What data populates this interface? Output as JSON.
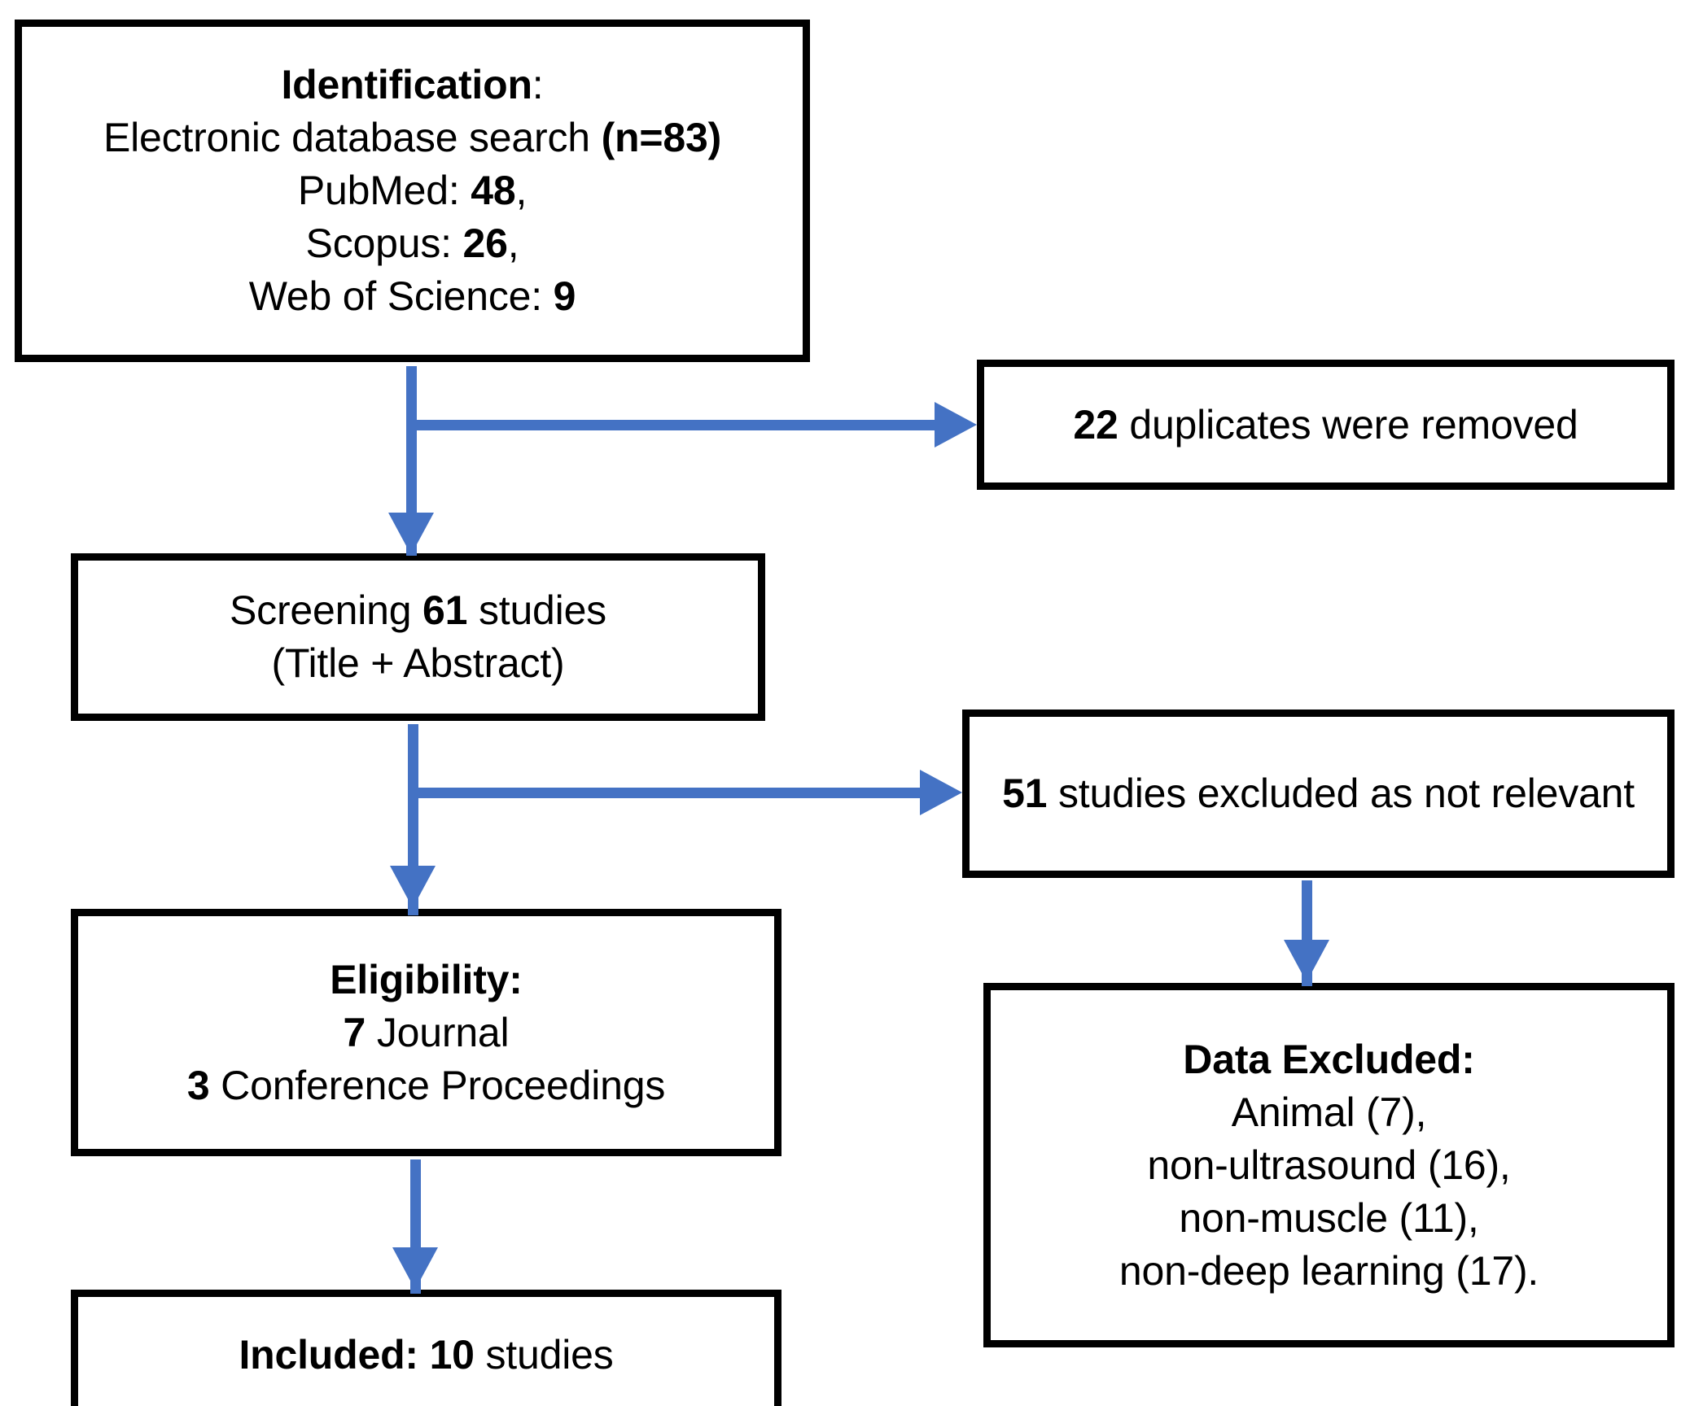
{
  "diagram": {
    "type": "prisma-flow-diagram",
    "accent_color": "#4472C4",
    "box_border_color": "#000000",
    "background_color": "#FFFFFF",
    "boxes": {
      "identification": {
        "lines": [
          {
            "bold_prefix": "Identification",
            "text": ":",
            "all_bold_prefix": true
          },
          {
            "text": "Electronic database search ",
            "bold_suffix": "(n=83)"
          },
          {
            "text": "PubMed: ",
            "bold_suffix": "48",
            "tail": ","
          },
          {
            "text": "Scopus: ",
            "bold_suffix": "26",
            "tail": ","
          },
          {
            "text": "Web of Science: ",
            "bold_suffix": "9"
          }
        ],
        "title": "Identification:",
        "l1_a": "Identification",
        "l1_b": ":",
        "l2_a": "Electronic database search ",
        "l2_b": "(n=83)",
        "l3_a": "PubMed: ",
        "l3_b": "48",
        "l3_c": ",",
        "l4_a": "Scopus: ",
        "l4_b": "26",
        "l4_c": ",",
        "l5_a": "Web of Science: ",
        "l5_b": "9"
      },
      "duplicates_removed": {
        "count": "22",
        "text": " duplicates were removed"
      },
      "screening": {
        "l1_a": "Screening ",
        "l1_b": "61",
        "l1_c": " studies",
        "l2": "(Title + Abstract)"
      },
      "studies_excluded": {
        "count": "51",
        "text": " studies excluded as not relevant"
      },
      "eligibility": {
        "title": "Eligibility:",
        "l2_a": "7",
        "l2_b": " Journal",
        "l3_a": "3",
        "l3_b": " Conference Proceedings"
      },
      "data_excluded": {
        "title": "Data Excluded:",
        "items": [
          "Animal (7),",
          "non-ultrasound (16),",
          "non-muscle (11),",
          "non-deep learning (17)."
        ],
        "item_0": "Animal (7),",
        "item_1": "non-ultrasound (16),",
        "item_2": "non-muscle (11),",
        "item_3": "non-deep learning (17)."
      },
      "included": {
        "label": "Included: ",
        "count": "10",
        "text": " studies"
      }
    },
    "connectors": [
      {
        "name": "identification-to-screening",
        "from": "identification",
        "to": "screening",
        "direction": "down"
      },
      {
        "name": "identification-to-duplicates",
        "from": "identification",
        "to": "duplicates_removed",
        "direction": "right"
      },
      {
        "name": "screening-to-eligibility",
        "from": "screening",
        "to": "eligibility",
        "direction": "down"
      },
      {
        "name": "screening-to-studies-excluded",
        "from": "screening",
        "to": "studies_excluded",
        "direction": "right"
      },
      {
        "name": "studies-excluded-to-data-excluded",
        "from": "studies_excluded",
        "to": "data_excluded",
        "direction": "down"
      },
      {
        "name": "eligibility-to-included",
        "from": "eligibility",
        "to": "included",
        "direction": "down"
      }
    ]
  }
}
